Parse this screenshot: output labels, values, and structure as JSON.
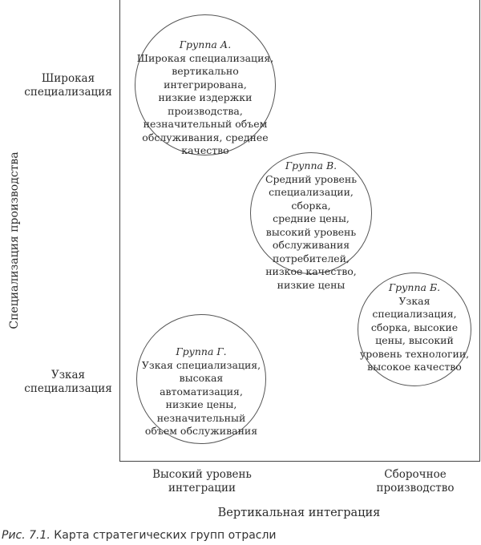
{
  "y_axis": {
    "title": "Специализация производства",
    "top_label": [
      "Широкая",
      "специализация"
    ],
    "bottom_label": [
      "Узкая",
      "специализация"
    ]
  },
  "x_axis": {
    "title": "Вертикальная интеграция",
    "left_label": [
      "Высокий уровень",
      "интеграции"
    ],
    "right_label": [
      "Сборочное",
      "производство"
    ]
  },
  "groups": [
    {
      "title": "Группа А.",
      "lines": [
        "Широкая специализация,",
        "вертикально интегрирована,",
        "низкие издержки",
        "производства,",
        "незначительный объем",
        "обслуживания, среднее",
        "качество"
      ]
    },
    {
      "title": "Группа В.",
      "lines": [
        "Средний уровень",
        "специализации, сборка,",
        "средние цены,",
        "высокий уровень",
        "обслуживания",
        "потребителей,",
        "низкое качество,",
        "низкие цены"
      ]
    },
    {
      "title": "Группа Б.",
      "lines": [
        "Узкая",
        "специализация,",
        "сборка, высокие",
        "цены, высокий",
        "уровень технологии,",
        "высокое качество"
      ]
    },
    {
      "title": "Группа Г.",
      "lines": [
        "Узкая специализация,",
        "высокая автоматизация,",
        "низкие цены,",
        "незначительный",
        "объем обслуживания"
      ]
    }
  ],
  "caption": {
    "figure": "Рис. 7.1.",
    "text": " Карта стратегических групп отрасли"
  }
}
